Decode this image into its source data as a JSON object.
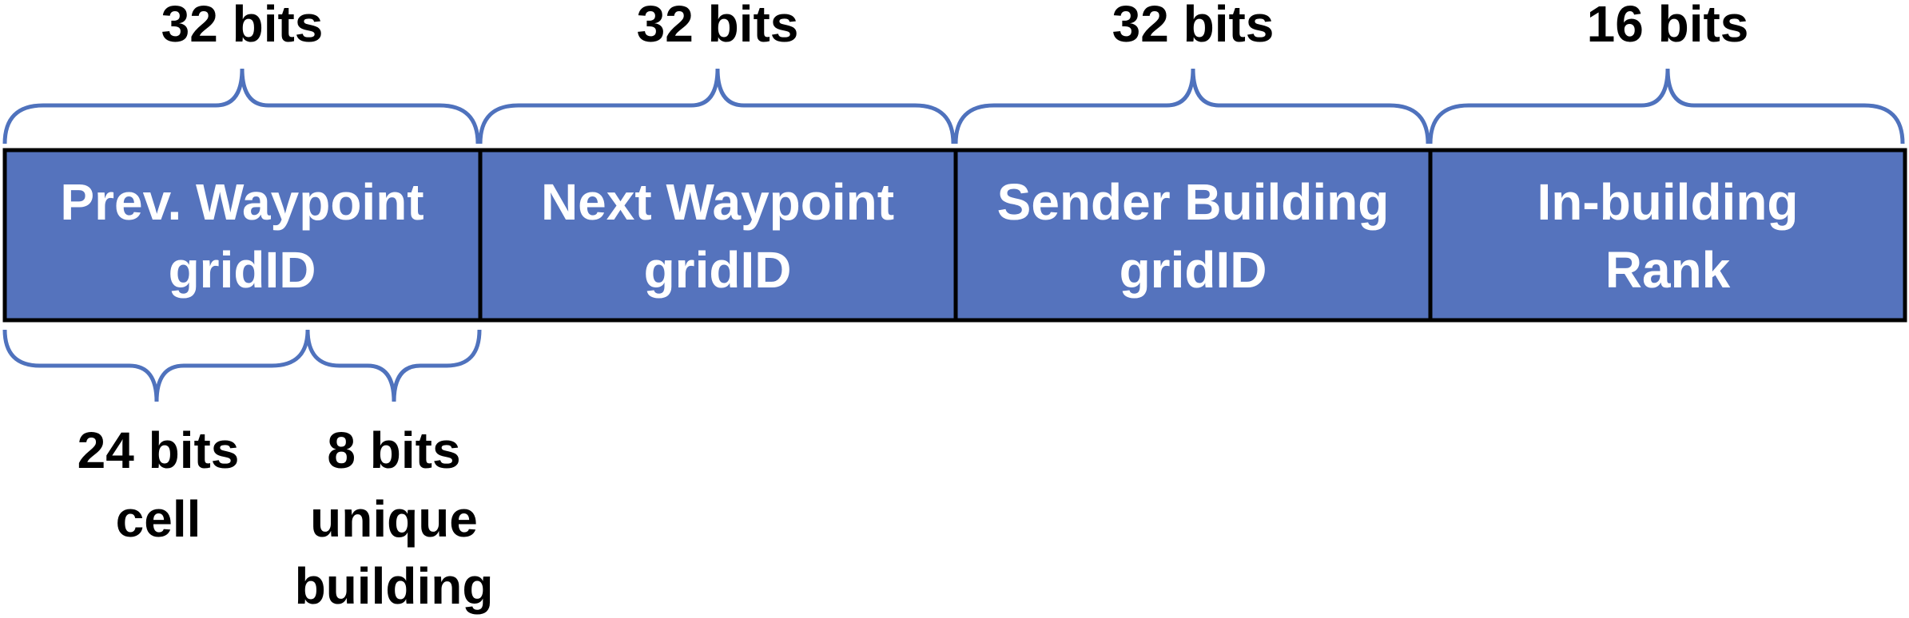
{
  "colors": {
    "field_fill": "#5573bd",
    "brace_stroke": "#4f72bd",
    "border": "#000000",
    "field_text": "#ffffff",
    "label_text": "#000000"
  },
  "fields": [
    {
      "bits_label": "32 bits",
      "line1": "Prev. Waypoint",
      "line2": "gridID"
    },
    {
      "bits_label": "32 bits",
      "line1": "Next Waypoint",
      "line2": "gridID"
    },
    {
      "bits_label": "32 bits",
      "line1": "Sender Building",
      "line2": "gridID"
    },
    {
      "bits_label": "16 bits",
      "line1": "In-building",
      "line2": "Rank"
    }
  ],
  "subfields": [
    {
      "bits_label": "24 bits",
      "line1": "cell"
    },
    {
      "bits_label": "8 bits",
      "line1": "unique",
      "line2": "building"
    }
  ]
}
